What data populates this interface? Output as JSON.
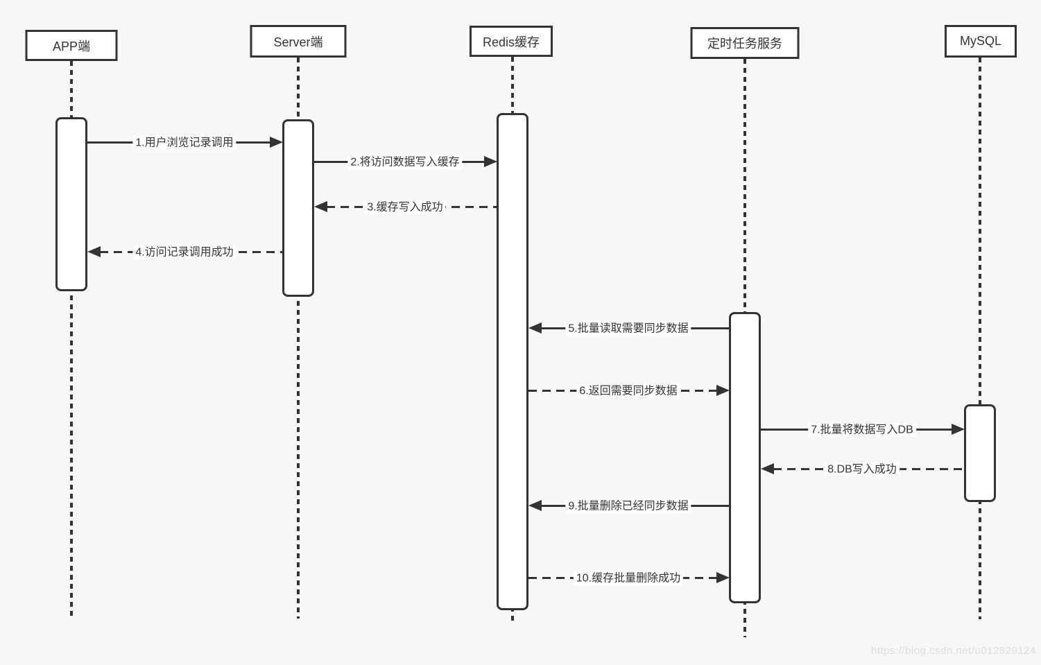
{
  "diagram": {
    "type": "sequence",
    "description": "Cache write-behind sync flow between app, server, redis cache, scheduled task service and MySQL"
  },
  "participants": [
    {
      "id": "app",
      "label": "APP端"
    },
    {
      "id": "server",
      "label": "Server端"
    },
    {
      "id": "redis",
      "label": "Redis缓存"
    },
    {
      "id": "timer",
      "label": "定时任务服务"
    },
    {
      "id": "mysql",
      "label": "MySQL"
    }
  ],
  "messages": [
    {
      "label": "1.用户浏览记录调用",
      "from": "APP端",
      "to": "Server端",
      "style": "solid"
    },
    {
      "label": "2.将访问数据写入缓存",
      "from": "Server端",
      "to": "Redis缓存",
      "style": "solid"
    },
    {
      "label": "3.缓存写入成功",
      "from": "Redis缓存",
      "to": "Server端",
      "style": "dashed"
    },
    {
      "label": "4.访问记录调用成功",
      "from": "Server端",
      "to": "APP端",
      "style": "dashed"
    },
    {
      "label": "5.批量读取需要同步数据",
      "from": "定时任务服务",
      "to": "Redis缓存",
      "style": "solid"
    },
    {
      "label": "6.返回需要同步数据",
      "from": "Redis缓存",
      "to": "定时任务服务",
      "style": "dashed"
    },
    {
      "label": "7.批量将数据写入DB",
      "from": "定时任务服务",
      "to": "MySQL",
      "style": "solid"
    },
    {
      "label": "8.DB写入成功",
      "from": "MySQL",
      "to": "定时任务服务",
      "style": "dashed"
    },
    {
      "label": "9.批量删除已经同步数据",
      "from": "定时任务服务",
      "to": "Redis缓存",
      "style": "solid"
    },
    {
      "label": "10.缓存批量删除成功",
      "from": "Redis缓存",
      "to": "定时任务服务",
      "style": "dashed"
    }
  ],
  "watermark": "https://blog.csdn.net/u012829124",
  "colors": {
    "background": "#f7f7f7",
    "line": "#333333",
    "box_fill": "#ffffff",
    "text": "#333333",
    "watermark": "#dddddd"
  }
}
